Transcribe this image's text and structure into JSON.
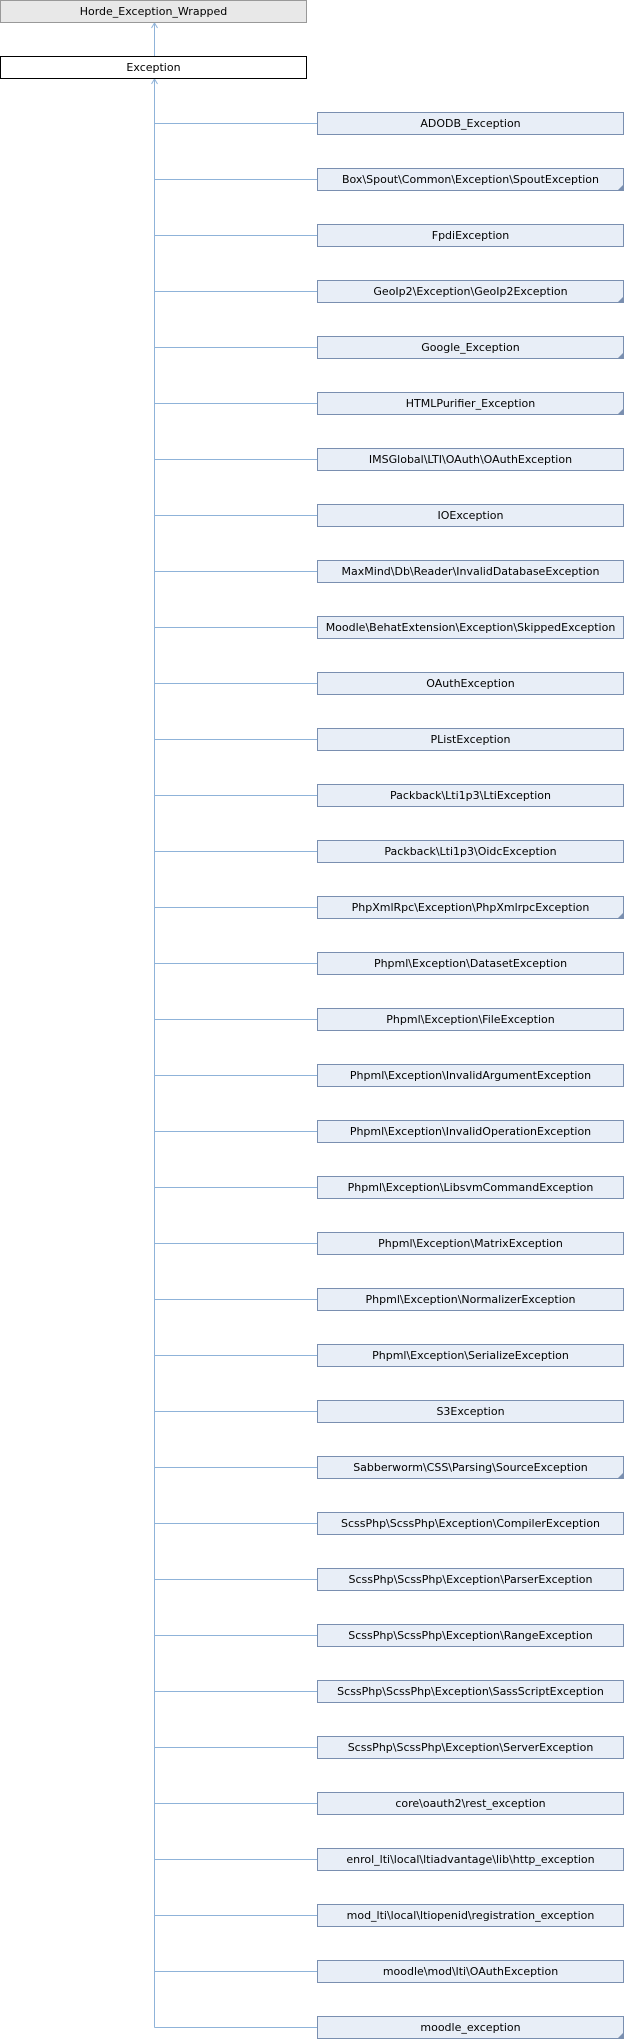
{
  "diagram": {
    "base": "Horde_Exception_Wrapped",
    "root": "Exception",
    "children": [
      {
        "label": "ADODB_Exception",
        "has_subclasses": false
      },
      {
        "label": "Box\\Spout\\Common\\Exception\\SpoutException",
        "has_subclasses": true
      },
      {
        "label": "FpdiException",
        "has_subclasses": false
      },
      {
        "label": "GeoIp2\\Exception\\GeoIp2Exception",
        "has_subclasses": true
      },
      {
        "label": "Google_Exception",
        "has_subclasses": true
      },
      {
        "label": "HTMLPurifier_Exception",
        "has_subclasses": true
      },
      {
        "label": "IMSGlobal\\LTI\\OAuth\\OAuthException",
        "has_subclasses": false
      },
      {
        "label": "IOException",
        "has_subclasses": false
      },
      {
        "label": "MaxMind\\Db\\Reader\\InvalidDatabaseException",
        "has_subclasses": false
      },
      {
        "label": "Moodle\\BehatExtension\\Exception\\SkippedException",
        "has_subclasses": false
      },
      {
        "label": "OAuthException",
        "has_subclasses": false
      },
      {
        "label": "PListException",
        "has_subclasses": false
      },
      {
        "label": "Packback\\Lti1p3\\LtiException",
        "has_subclasses": false
      },
      {
        "label": "Packback\\Lti1p3\\OidcException",
        "has_subclasses": false
      },
      {
        "label": "PhpXmlRpc\\Exception\\PhpXmlrpcException",
        "has_subclasses": true
      },
      {
        "label": "Phpml\\Exception\\DatasetException",
        "has_subclasses": false
      },
      {
        "label": "Phpml\\Exception\\FileException",
        "has_subclasses": false
      },
      {
        "label": "Phpml\\Exception\\InvalidArgumentException",
        "has_subclasses": false
      },
      {
        "label": "Phpml\\Exception\\InvalidOperationException",
        "has_subclasses": false
      },
      {
        "label": "Phpml\\Exception\\LibsvmCommandException",
        "has_subclasses": false
      },
      {
        "label": "Phpml\\Exception\\MatrixException",
        "has_subclasses": false
      },
      {
        "label": "Phpml\\Exception\\NormalizerException",
        "has_subclasses": false
      },
      {
        "label": "Phpml\\Exception\\SerializeException",
        "has_subclasses": false
      },
      {
        "label": "S3Exception",
        "has_subclasses": false
      },
      {
        "label": "Sabberworm\\CSS\\Parsing\\SourceException",
        "has_subclasses": true
      },
      {
        "label": "ScssPhp\\ScssPhp\\Exception\\CompilerException",
        "has_subclasses": false
      },
      {
        "label": "ScssPhp\\ScssPhp\\Exception\\ParserException",
        "has_subclasses": false
      },
      {
        "label": "ScssPhp\\ScssPhp\\Exception\\RangeException",
        "has_subclasses": false
      },
      {
        "label": "ScssPhp\\ScssPhp\\Exception\\SassScriptException",
        "has_subclasses": false
      },
      {
        "label": "ScssPhp\\ScssPhp\\Exception\\ServerException",
        "has_subclasses": false
      },
      {
        "label": "core\\oauth2\\rest_exception",
        "has_subclasses": false
      },
      {
        "label": "enrol_lti\\local\\ltiadvantage\\lib\\http_exception",
        "has_subclasses": false
      },
      {
        "label": "mod_lti\\local\\ltiopenid\\registration_exception",
        "has_subclasses": false
      },
      {
        "label": "moodle\\mod\\lti\\OAuthException",
        "has_subclasses": false
      },
      {
        "label": "moodle_exception",
        "has_subclasses": true
      }
    ],
    "colors": {
      "base_fill": "#e8e8e8",
      "root_fill": "#ffffff",
      "child_fill": "#e8eef7",
      "child_border": "#7a8fb0",
      "connector": "#8fb3d9"
    }
  }
}
